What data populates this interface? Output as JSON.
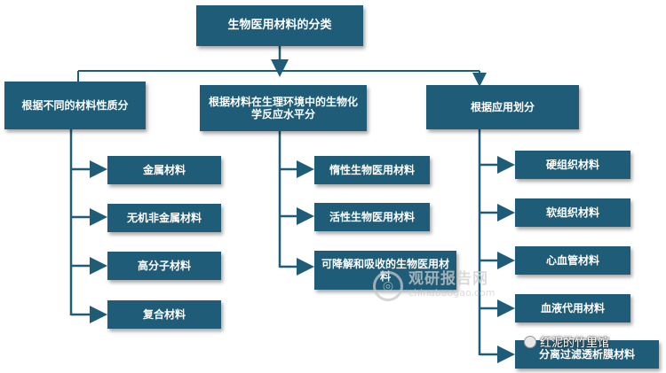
{
  "title": "生物医用材料的分类",
  "categories": [
    {
      "label": "根据不同的材料性质分",
      "items": [
        "金属材料",
        "无机非金属材料",
        "高分子材料",
        "复合材料"
      ]
    },
    {
      "label": "根据材料在生理环境中的生物化学反应水平分",
      "items": [
        "惰性生物医用材料",
        "活性生物医用材料",
        "可降解和吸收的生物医用材料"
      ]
    },
    {
      "label": "根据应用划分",
      "items": [
        "硬组织材料",
        "软组织材料",
        "心血管材料",
        "血液代用材料",
        "分离过滤透析膜材料"
      ]
    }
  ],
  "watermark": {
    "cn": "观研报告网",
    "en": "chinabaogao.com"
  },
  "credit": "红泥的竹里馆",
  "colors": {
    "box": "#1f5c78",
    "line": "#1f5c78",
    "text": "#ffffff"
  }
}
